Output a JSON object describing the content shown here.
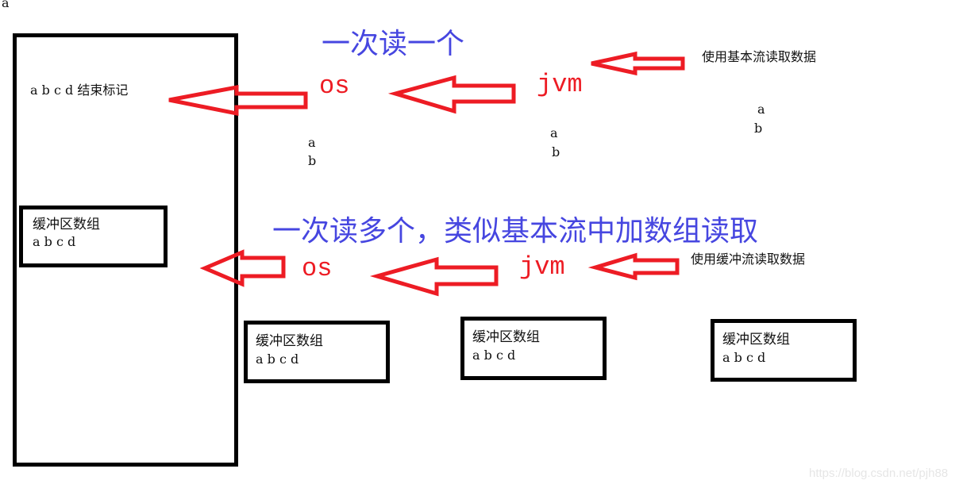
{
  "corner_label": "a",
  "title_single": "一次读一个",
  "title_multi": "一次读多个，类似基本流中加数组读取",
  "file": {
    "contents": "a b c d  结束标记"
  },
  "buffer_label": "缓冲区数组",
  "buffer_contents": "a b c d",
  "os_label": "os",
  "jvm_label": "jvm",
  "basic_stream_label": "使用基本流读取数据",
  "buffered_stream_label": "使用缓冲流读取数据",
  "chars": {
    "a": "a",
    "b": "b"
  },
  "watermark": "https://blog.csdn.net/pjh88",
  "colors": {
    "arrow": "#ed1c24",
    "title": "#4646e0"
  }
}
